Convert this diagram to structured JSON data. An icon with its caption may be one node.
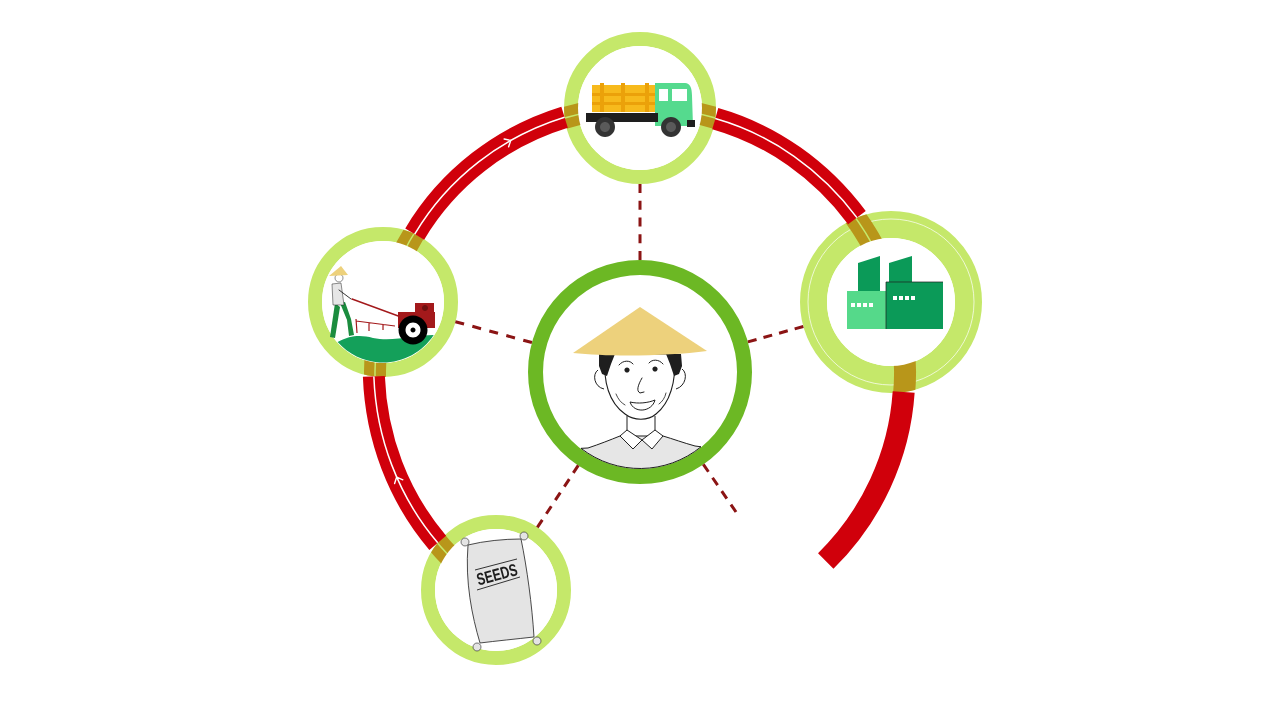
{
  "diagram": {
    "nodes": [
      {
        "text": [],
        "shape": "picture"
      },
      {
        "text": [
          "SEEDS"
        ]
      },
      {
        "text": [],
        "shape": "picture"
      },
      {
        "text": [],
        "shape": "picture"
      },
      {
        "text": [],
        "shape": "picture"
      }
    ],
    "edges": [
      {
        "from": 1,
        "to": 2,
        "arrow": "to",
        "style": "thick",
        "color": "#d0000b"
      },
      {
        "from": 2,
        "to": 3,
        "arrow": "to",
        "style": "thick",
        "color": "#d0000b"
      },
      {
        "from": 3,
        "to": 4,
        "arrow": "none",
        "style": "thick",
        "color": "#d0000b"
      },
      {
        "from": 4,
        "to": null,
        "arrow": "none",
        "style": "thick",
        "color": "#d0000b"
      },
      {
        "from": 0,
        "to": 1,
        "arrow": "none",
        "style": "dashed"
      },
      {
        "from": 0,
        "to": 2,
        "arrow": "none",
        "style": "dashed"
      },
      {
        "from": 0,
        "to": 3,
        "arrow": "none",
        "style": "dashed"
      },
      {
        "from": 0,
        "to": 4,
        "arrow": "none",
        "style": "dashed"
      },
      {
        "from": 0,
        "to": null,
        "arrow": "none",
        "style": "dashed"
      }
    ]
  }
}
